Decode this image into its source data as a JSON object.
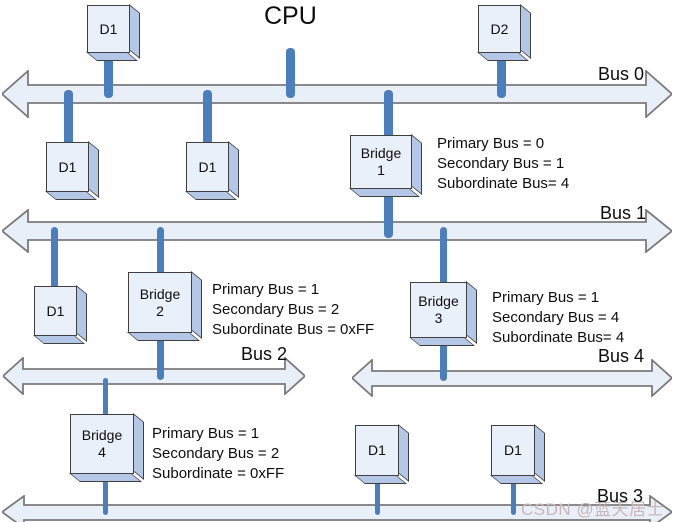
{
  "diagram_title": "CPU",
  "watermark": "CSDN @蓝天居士",
  "buses": [
    {
      "id": "bus0",
      "label": "Bus 0"
    },
    {
      "id": "bus1",
      "label": "Bus 1"
    },
    {
      "id": "bus2",
      "label": "Bus 2"
    },
    {
      "id": "bus4",
      "label": "Bus 4"
    },
    {
      "id": "bus3",
      "label": "Bus 3"
    }
  ],
  "devices": {
    "bus0_top_left": "D1",
    "bus0_top_right": "D2",
    "bus0_below_a": "D1",
    "bus0_below_b": "D1",
    "bus1_below": "D1",
    "bus3_a": "D1",
    "bus3_b": "D1"
  },
  "bridges": [
    {
      "title": "Bridge",
      "number": "1",
      "info": [
        "Primary Bus = 0",
        "Secondary Bus = 1",
        "Subordinate Bus= 4"
      ]
    },
    {
      "title": "Bridge",
      "number": "2",
      "info": [
        "Primary Bus = 1",
        "Secondary Bus = 2",
        "Subordinate Bus = 0xFF"
      ]
    },
    {
      "title": "Bridge",
      "number": "3",
      "info": [
        "Primary Bus = 1",
        "Secondary Bus = 4",
        "Subordinate Bus= 4"
      ]
    },
    {
      "title": "Bridge",
      "number": "4",
      "info": [
        "Primary Bus = 1",
        "Secondary Bus = 2",
        "Subordinate = 0xFF"
      ]
    }
  ],
  "colors": {
    "connector": "#4a7ebd",
    "box_face": "#eaf0fa",
    "box_side": "#b4c7e7",
    "bus_fill": "#e9eff9",
    "bus_stroke": "#7a7a7a",
    "watermark": "#c9b6b6"
  }
}
